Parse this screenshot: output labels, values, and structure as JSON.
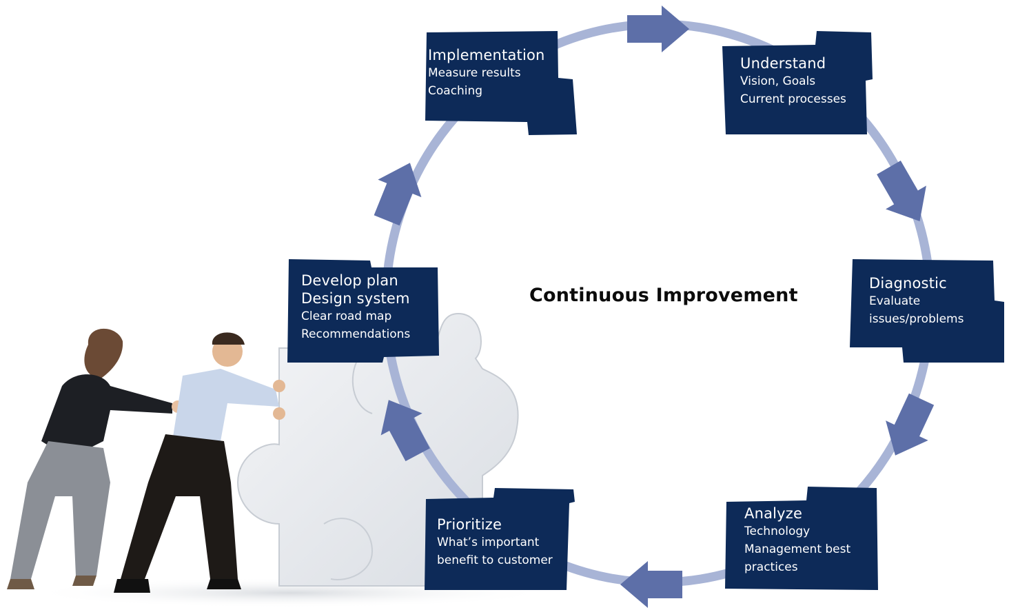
{
  "diagram": {
    "center_label": "Continuous Improvement",
    "colors": {
      "box_fill": "#0d2a58",
      "ring": "#a8b4d6",
      "arrow": "#5d6fa8",
      "text_light": "#ffffff",
      "text_dark": "#0b0b0b"
    },
    "stages": [
      {
        "id": "implementation",
        "heading_lines": [
          "Implementation"
        ],
        "detail_lines": [
          "Measure results",
          "Coaching"
        ]
      },
      {
        "id": "understand",
        "heading_lines": [
          "Understand"
        ],
        "detail_lines": [
          "Vision, Goals",
          "Current processes"
        ]
      },
      {
        "id": "diagnostic",
        "heading_lines": [
          "Diagnostic"
        ],
        "detail_lines": [
          "Evaluate",
          "issues/problems"
        ]
      },
      {
        "id": "analyze",
        "heading_lines": [
          "Analyze"
        ],
        "detail_lines": [
          "Technology",
          "Management best",
          "practices"
        ]
      },
      {
        "id": "prioritize",
        "heading_lines": [
          "Prioritize"
        ],
        "detail_lines": [
          "What’s important",
          "benefit to customer"
        ]
      },
      {
        "id": "develop-plan",
        "heading_lines": [
          "Develop plan",
          "Design system"
        ],
        "detail_lines": [
          "Clear road map",
          "Recommendations"
        ]
      }
    ],
    "flow_direction": "clockwise",
    "illustration": "two people pushing a large white puzzle piece"
  }
}
